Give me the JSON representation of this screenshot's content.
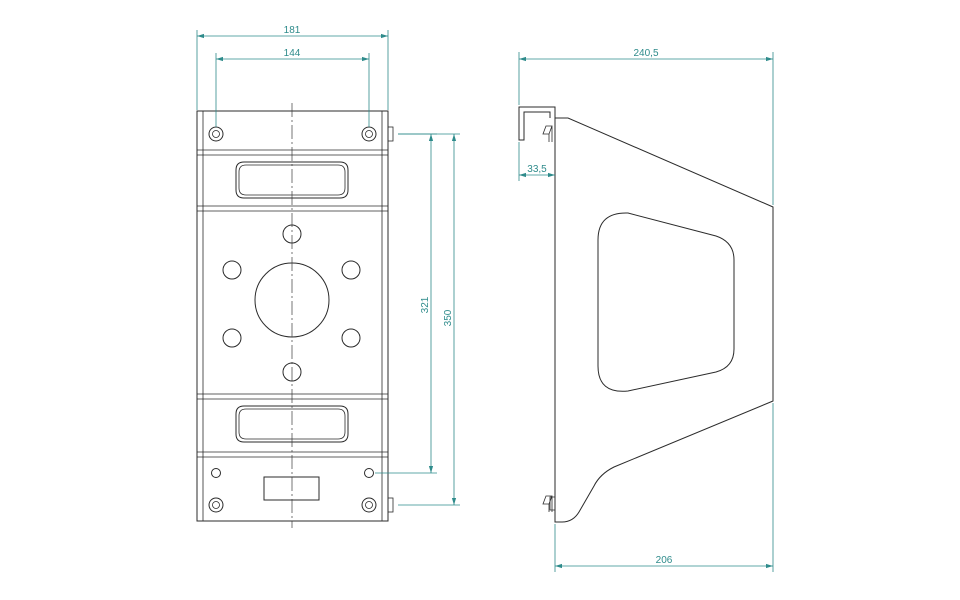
{
  "drawing": {
    "accent_color": "#2e8b8b",
    "line_color": "#2b2b2b",
    "front_view": {
      "overall_width": "181",
      "hole_spacing_width": "144",
      "hole_spacing_height": "321",
      "overall_height": "350"
    },
    "side_view": {
      "overall_depth": "240,5",
      "flange_depth": "33,5",
      "base_depth": "206"
    }
  }
}
